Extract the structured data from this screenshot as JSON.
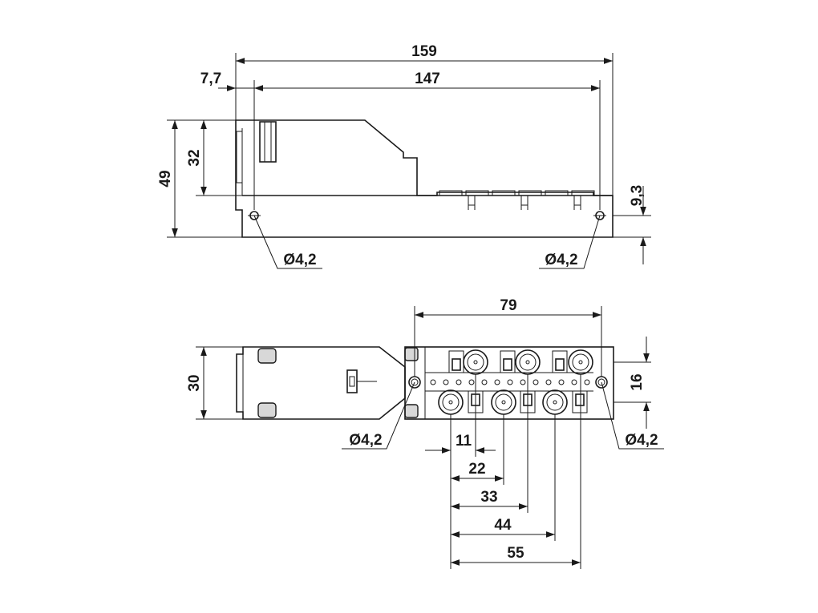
{
  "side_view": {
    "dims": {
      "overall_length": "159",
      "hole_spacing": "147",
      "hole_offset": "7,7",
      "overall_height": "49",
      "upper_height": "32",
      "hole_height": "9,3",
      "hole_left": "Ø4,2",
      "hole_right": "Ø4,2"
    }
  },
  "top_view": {
    "dims": {
      "ports_width": "79",
      "body_width": "30",
      "port_row_spacing": "16",
      "hole_left": "Ø4,2",
      "hole_right": "Ø4,2",
      "pitch_1": "11",
      "pitch_2": "22",
      "pitch_3": "33",
      "pitch_4": "44",
      "pitch_5": "55"
    }
  }
}
